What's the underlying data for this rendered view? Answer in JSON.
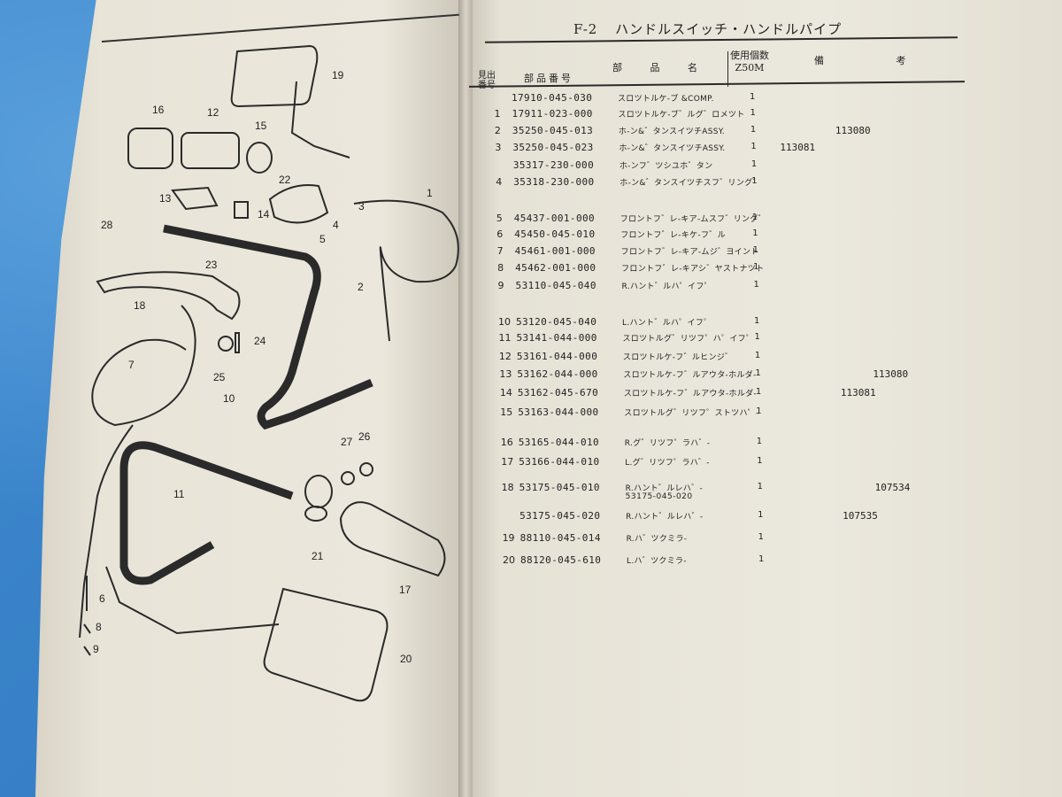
{
  "header": {
    "code": "F-2",
    "title": "ハンドルスイッチ・ハンドルパイプ"
  },
  "columns": {
    "ref_line1": "見出",
    "ref_line2": "番号",
    "part_no": "部品番号",
    "name_a": "部",
    "name_b": "品",
    "name_c": "名",
    "qty_label": "使用個数",
    "model": "Z50M",
    "remarks_a": "備",
    "remarks_b": "考"
  },
  "parts": [
    {
      "ref": "",
      "part": "17910-045-030",
      "name": "スロツトルケ-ブ &COMP.",
      "qty": "1",
      "m1": "",
      "m2": "",
      "m3": ""
    },
    {
      "ref": "1",
      "part": "17911-023-000",
      "name": "スロツトルケ-ブ゛ルグ゛ロメツト",
      "qty": "1",
      "m1": "",
      "m2": "",
      "m3": ""
    },
    {
      "ref": "2",
      "part": "35250-045-013",
      "name": "ホ-ン&゛タンスイツチASSY.",
      "qty": "1",
      "m1": "",
      "m2": "113080",
      "m3": ""
    },
    {
      "ref": "3",
      "part": "35250-045-023",
      "name": "ホ-ン&゛タンスイツチASSY.",
      "qty": "1",
      "m1": "113081",
      "m2": "",
      "m3": ""
    },
    {
      "ref": "",
      "part": "35317-230-000",
      "name": "ホ-ンフ゛ツシユホ゛タン",
      "qty": "1",
      "m1": "",
      "m2": "",
      "m3": ""
    },
    {
      "ref": "4",
      "part": "35318-230-000",
      "name": "ホ-ン&゛タンスイツチスフ゛リング゛",
      "qty": "1",
      "m1": "",
      "m2": "",
      "m3": ""
    },
    {
      "ref": "5",
      "part": "45437-001-000",
      "name": "フロントフ゛レ-キア-ムスフ゛リング゛",
      "qty": "1",
      "m1": "",
      "m2": "",
      "m3": ""
    },
    {
      "ref": "6",
      "part": "45450-045-010",
      "name": "フロントフ゛レ-キケ-フ゛ル",
      "qty": "1",
      "m1": "",
      "m2": "",
      "m3": ""
    },
    {
      "ref": "7",
      "part": "45461-001-000",
      "name": "フロントフ゛レ-キア-ムジ゛ヨイント",
      "qty": "1",
      "m1": "",
      "m2": "",
      "m3": ""
    },
    {
      "ref": "8",
      "part": "45462-001-000",
      "name": "フロントフ゛レ-キアシ゛ヤストナツト",
      "qty": "1",
      "m1": "",
      "m2": "",
      "m3": ""
    },
    {
      "ref": "9",
      "part": "53110-045-040",
      "name": "R.ハント゛ルハ゜イフ゜",
      "qty": "1",
      "m1": "",
      "m2": "",
      "m3": ""
    },
    {
      "ref": "10",
      "part": "53120-045-040",
      "name": "L.ハント゛ルハ゜イフ゜",
      "qty": "1",
      "m1": "",
      "m2": "",
      "m3": ""
    },
    {
      "ref": "11",
      "part": "53141-044-000",
      "name": "スロツトルグ゛リツフ゜ハ゜イフ゜",
      "qty": "1",
      "m1": "",
      "m2": "",
      "m3": ""
    },
    {
      "ref": "12",
      "part": "53161-044-000",
      "name": "スロツトルケ-フ゛ルヒンジ゛",
      "qty": "1",
      "m1": "",
      "m2": "",
      "m3": ""
    },
    {
      "ref": "13",
      "part": "53162-044-000",
      "name": "スロツトルケ-フ゛ルアウタ-ホルダ-",
      "qty": "1",
      "m1": "",
      "m2": "",
      "m3": "113080"
    },
    {
      "ref": "14",
      "part": "53162-045-670",
      "name": "スロツトルケ-フ゛ルアウタ-ホルダ-",
      "qty": "1",
      "m1": "",
      "m2": "113081",
      "m3": ""
    },
    {
      "ref": "15",
      "part": "53163-044-000",
      "name": "スロツトルグ゛リツフ゜ストツハ゜-",
      "qty": "1",
      "m1": "",
      "m2": "",
      "m3": ""
    },
    {
      "ref": "16",
      "part": "53165-044-010",
      "name": "R.グ゛リツフ゜ラハ゛-",
      "qty": "1",
      "m1": "",
      "m2": "",
      "m3": ""
    },
    {
      "ref": "17",
      "part": "53166-044-010",
      "name": "L.グ゛リツフ゜ラハ゛-",
      "qty": "1",
      "m1": "",
      "m2": "",
      "m3": ""
    },
    {
      "ref": "18",
      "part": "53175-045-010",
      "name": "R.ハント゛ルレハ゛-",
      "sub": "53175-045-020",
      "qty": "1",
      "m1": "",
      "m2": "",
      "m3": "107534"
    },
    {
      "ref": "",
      "part": "53175-045-020",
      "name": "R.ハント゛ルレハ゛-",
      "qty": "1",
      "m1": "",
      "m2": "107535",
      "m3": ""
    },
    {
      "ref": "19",
      "part": "88110-045-014",
      "name": "R.ハ゛ツクミラ-",
      "qty": "1",
      "m1": "",
      "m2": "",
      "m3": ""
    },
    {
      "ref": "20",
      "part": "88120-045-610",
      "name": "L.ハ゛ツクミラ-",
      "qty": "1",
      "m1": "",
      "m2": "",
      "m3": ""
    }
  ],
  "callouts": [
    "19",
    "16",
    "12",
    "15",
    "22",
    "13",
    "14",
    "1",
    "3",
    "28",
    "5",
    "4",
    "23",
    "2",
    "18",
    "24",
    "7",
    "25",
    "10",
    "27",
    "26",
    "11",
    "21",
    "17",
    "6",
    "8",
    "9",
    "20"
  ]
}
